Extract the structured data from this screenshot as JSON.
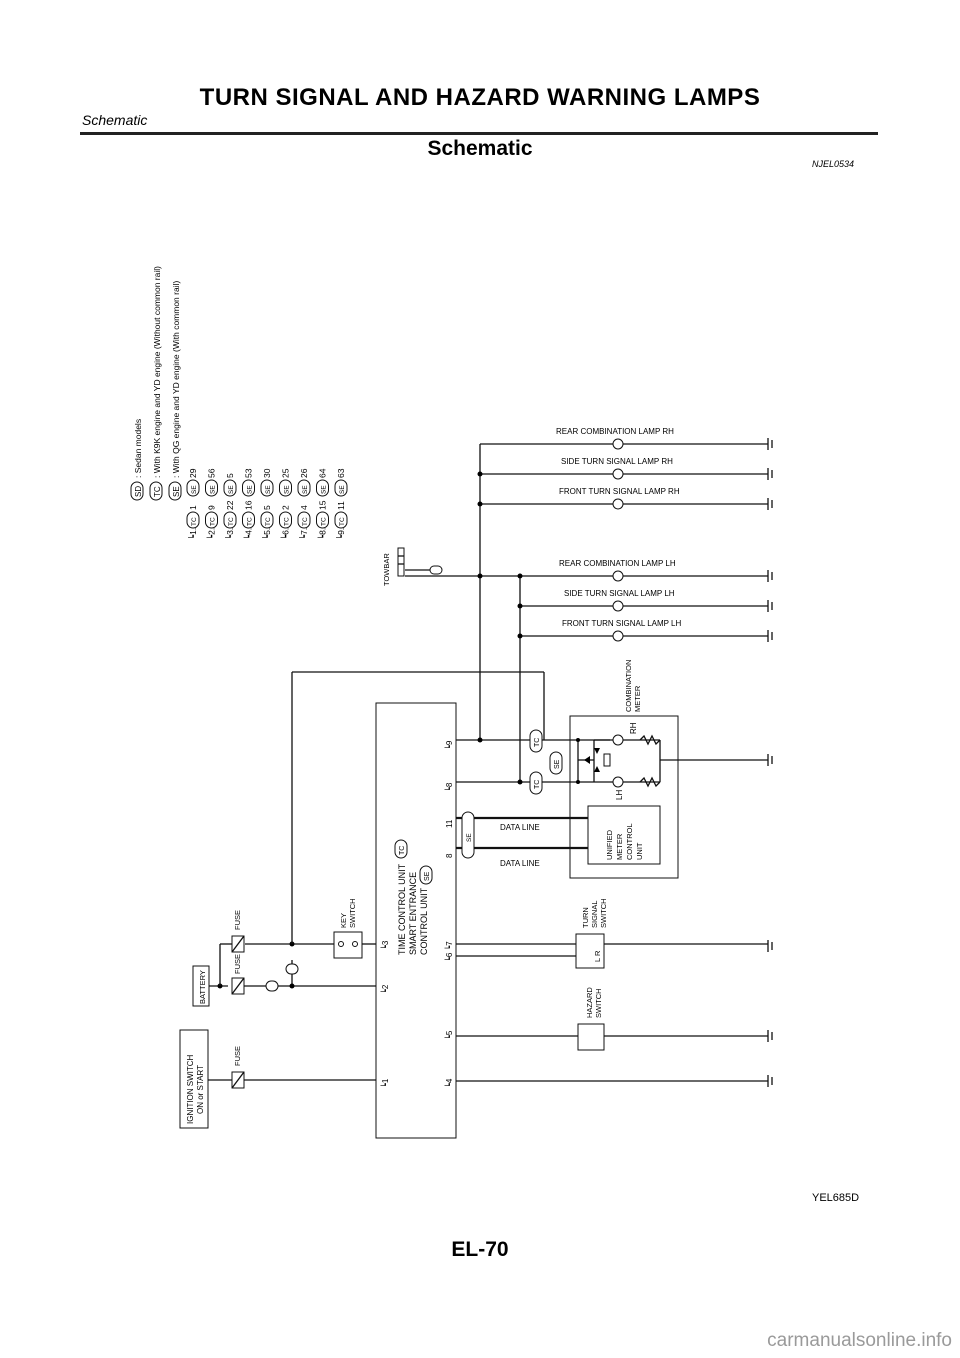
{
  "header": {
    "title": "TURN SIGNAL AND HAZARD WARNING LAMPS",
    "subtitle": "Schematic"
  },
  "section": {
    "title": "Schematic",
    "code": "NJEL0534"
  },
  "legend": {
    "sd": {
      "badge": "SD",
      "text": ": Sedan models"
    },
    "tc": {
      "badge": "TC",
      "text": ": With K9K engine and YD engine (Without common rail)"
    },
    "se": {
      "badge": "SE",
      "text": ": With QG engine and YD engine (With common rail)"
    },
    "rows": [
      {
        "ref": "┕1.....",
        "tc": "1",
        "se": "29"
      },
      {
        "ref": "┕2.....",
        "tc": "9",
        "se": "56"
      },
      {
        "ref": "┕3.....",
        "tc": "22",
        "se": "5"
      },
      {
        "ref": "┕4.....",
        "tc": "16",
        "se": "53"
      },
      {
        "ref": "┕5.....",
        "tc": "5",
        "se": "30"
      },
      {
        "ref": "┕6.....",
        "tc": "2",
        "se": "25"
      },
      {
        "ref": "┕7.....",
        "tc": "4",
        "se": "26"
      },
      {
        "ref": "┕8.....",
        "tc": "15",
        "se": "64"
      },
      {
        "ref": "┕9.....",
        "tc": "11",
        "se": "63"
      }
    ]
  },
  "lamps": {
    "rear_rh": "REAR COMBINATION LAMP RH",
    "side_rh": "SIDE TURN SIGNAL LAMP RH",
    "front_rh": "FRONT TURN SIGNAL LAMP RH",
    "rear_lh": "REAR COMBINATION LAMP LH",
    "side_lh": "SIDE TURN SIGNAL LAMP LH",
    "front_lh": "FRONT TURN SIGNAL LAMP LH"
  },
  "towbar": "TOWBAR",
  "combination_meter": {
    "line1": "COMBINATION",
    "line2": "METER",
    "rh": "RH",
    "lh": "LH"
  },
  "unified_meter": [
    "UNIFIED",
    "METER",
    "CONTROL",
    "UNIT"
  ],
  "data_line": "DATA LINE",
  "control_unit": {
    "line1": "TIME CONTROL UNIT",
    "line2": "SMART ENTRANCE",
    "line3": "CONTROL UNIT"
  },
  "pins": {
    "p9": "┕9",
    "p8": "┕8",
    "n11": "11",
    "n8": "8",
    "p67": "┕6 ┕7",
    "p3": "┕3",
    "p2": "┕2",
    "p1": "┕1",
    "p5": "┕5",
    "p4": "┕4"
  },
  "key_switch": [
    "KEY",
    "SWITCH"
  ],
  "turn_signal_switch": [
    "TURN",
    "SIGNAL",
    "SWITCH"
  ],
  "turn_signal_lr": "L  R",
  "hazard_switch": [
    "HAZARD",
    "SWITCH"
  ],
  "fuse": "FUSE",
  "battery": "BATTERY",
  "ignition_switch": [
    "IGNITION SWITCH",
    "ON or START"
  ],
  "figure_code": "YEL685D",
  "page_number": "EL-70",
  "footer_url": "carmanualsonline.info"
}
